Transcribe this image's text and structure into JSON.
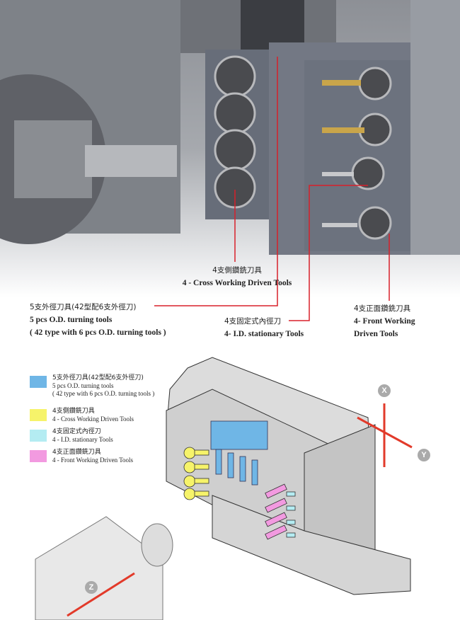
{
  "callouts": {
    "cross": {
      "zh": "4支側鑽銑刀具",
      "en": "4 - Cross Working Driven Tools"
    },
    "od": {
      "zh": "5支外徑刀具(42型配6支外徑刀)",
      "en1": "5 pcs O.D. turning tools",
      "en2": "( 42 type with 6 pcs O.D. turning tools )"
    },
    "id": {
      "zh": "4支固定式內徑刀",
      "en": "4- I.D. stationary Tools"
    },
    "front": {
      "zh": "4支正面鑽銑刀具",
      "en1": "4- Front Working",
      "en2": "Driven Tools"
    }
  },
  "legend": [
    {
      "color": "#6fb6e6",
      "zh": "5支外徑刀具(42型配6支外徑刀)",
      "en1": "5 pcs O.D. turning tools",
      "en2": "( 42 type with 6 pcs O.D. turning tools )"
    },
    {
      "color": "#f6f36a",
      "zh": "4支側鑽銑刀具",
      "en1": "4 - Cross Working Driven Tools"
    },
    {
      "color": "#b4ecf2",
      "zh": "4支固定式內徑刀",
      "en1": "4 - I.D. stationary Tools"
    },
    {
      "color": "#f29ae0",
      "zh": "4支正面鑽銑刀具",
      "en1": "4 - Front Working Driven Tools"
    }
  ],
  "axes": {
    "x": "X",
    "y": "Y",
    "z": "Z"
  },
  "colors": {
    "callout_line": "#d8202a",
    "axis_arrow": "#e23a2a"
  }
}
